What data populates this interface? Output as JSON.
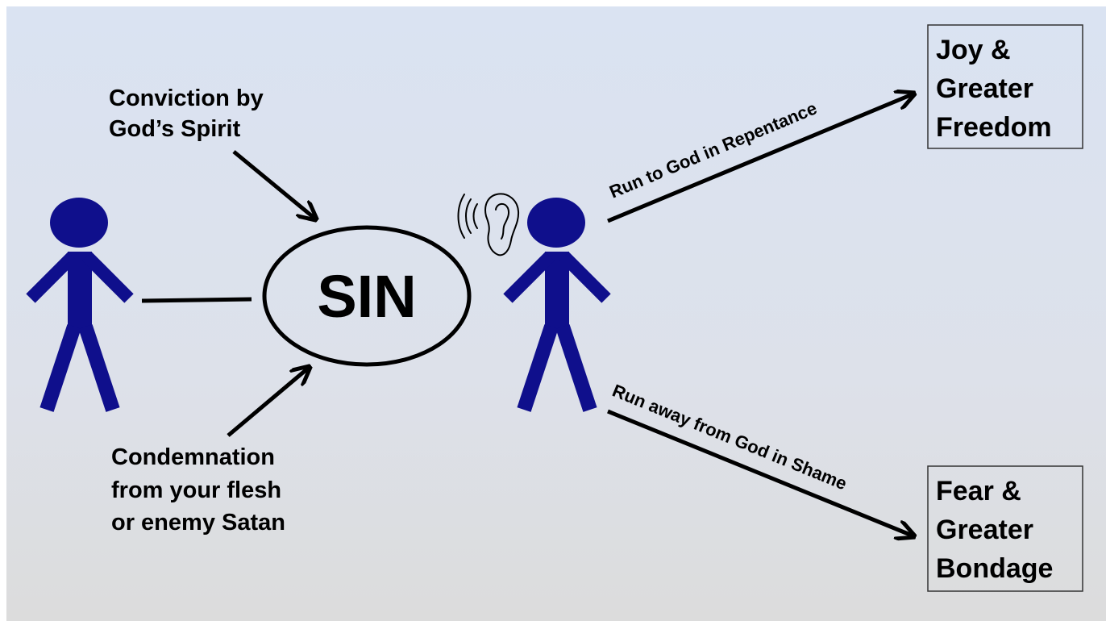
{
  "diagram": {
    "center_label": "SIN",
    "conviction_lines": [
      "Conviction by",
      "God’s Spirit"
    ],
    "condemnation_lines": [
      "Condemnation",
      "from your flesh",
      "or enemy Satan"
    ],
    "repentance_path": "Run to God in Repentance",
    "shame_path": "Run away from God in Shame",
    "joy_box_lines": [
      "Joy &",
      "Greater",
      "Freedom"
    ],
    "fear_box_lines": [
      "Fear &",
      "Greater",
      "Bondage"
    ],
    "colors": {
      "figure": "#0f0f8c",
      "background_top": "#dae3f2",
      "background_bottom": "#dcdcdc"
    },
    "icons": [
      "person-figure",
      "ear-icon"
    ]
  }
}
